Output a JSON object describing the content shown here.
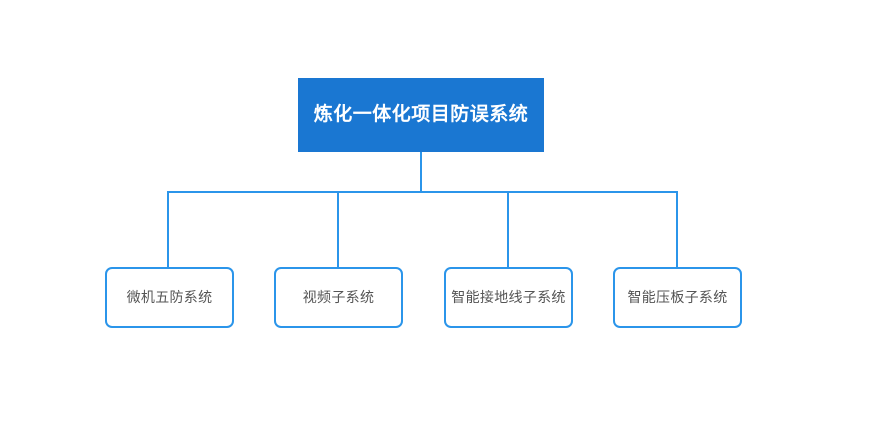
{
  "diagram": {
    "type": "org-chart",
    "background_color": "#ffffff",
    "root": {
      "label": "炼化一体化项目防误系统",
      "fill_color": "#1a77d2",
      "text_color": "#ffffff"
    },
    "children": [
      {
        "label": "微机五防系统"
      },
      {
        "label": "视频子系统"
      },
      {
        "label": "智能接地线子系统"
      },
      {
        "label": "智能压板子系统"
      }
    ],
    "connector": {
      "color": "#2b95ea",
      "stroke_width": 2,
      "style": "orthogonal-elbow"
    },
    "child_style": {
      "fill_color": "#ffffff",
      "border_color": "#2b95ea",
      "text_color": "#555555",
      "corner_radius": 7
    }
  }
}
